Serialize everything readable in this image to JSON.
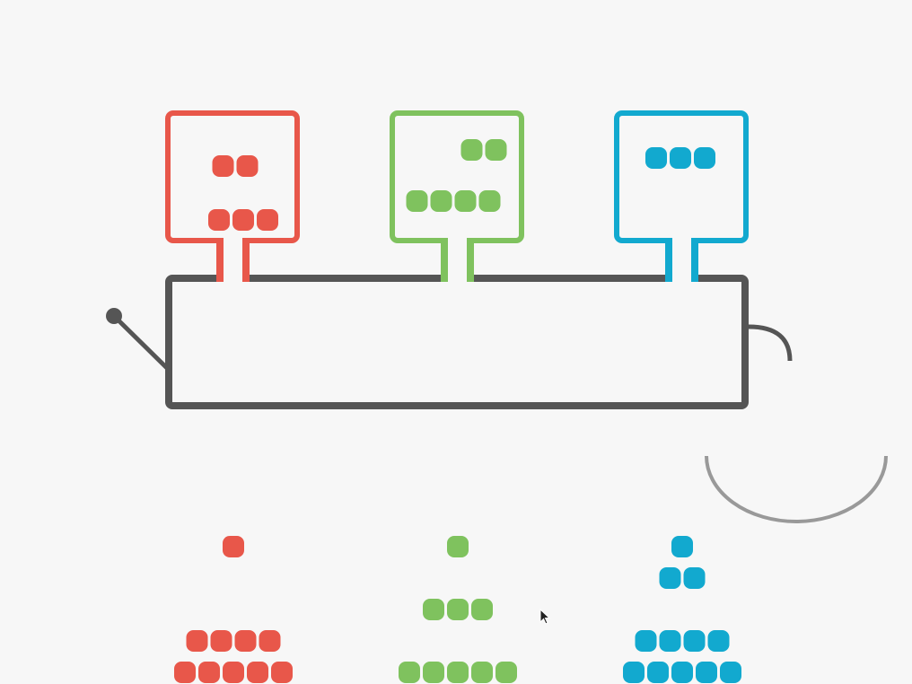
{
  "colors": {
    "background": "#f7f7f7",
    "machine": "#555555",
    "bowl": "#999999",
    "red": "#e8574a",
    "green": "#7fc25e",
    "blue": "#12a9cf"
  },
  "hoppers": [
    {
      "id": "red",
      "color": "red",
      "contents": [
        2,
        3
      ]
    },
    {
      "id": "green",
      "color": "green",
      "contents": [
        2,
        4
      ]
    },
    {
      "id": "blue",
      "color": "blue",
      "contents": [
        3
      ]
    }
  ],
  "choices": [
    {
      "id": "red",
      "color": "red",
      "rows": [
        1,
        4,
        5
      ]
    },
    {
      "id": "green",
      "color": "green",
      "rows": [
        1,
        3,
        5
      ]
    },
    {
      "id": "blue",
      "color": "blue",
      "rows": [
        1,
        2,
        4,
        5
      ]
    }
  ],
  "icons": {
    "machine": "mixing-machine-icon",
    "lever": "lever-icon",
    "spout": "spout-icon",
    "bowl": "bowl-icon",
    "cursor": "mouse-pointer-icon"
  }
}
